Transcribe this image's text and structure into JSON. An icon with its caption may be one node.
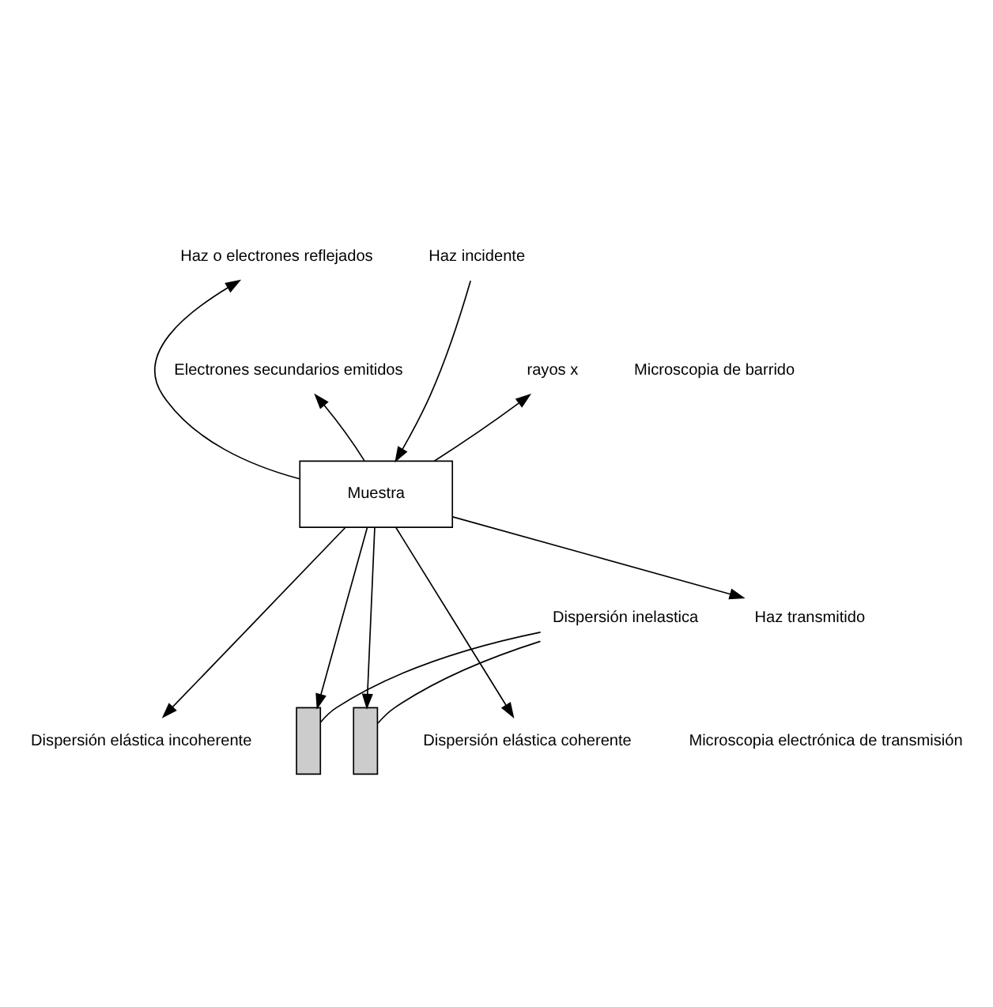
{
  "diagram": {
    "nodes": [
      {
        "text": [
          "Haz incidente"
        ]
      },
      {
        "text": [
          "Haz o electrones reflejados"
        ]
      },
      {
        "text": [
          "Electrones secundarios emitidos"
        ]
      },
      {
        "text": [
          "rayos x"
        ]
      },
      {
        "text": [
          "Muestra"
        ]
      },
      {
        "text": [
          "Dispersión elástica incoherente"
        ]
      },
      {
        "text": [
          "Dispersión inelastica"
        ]
      },
      {
        "text": [
          "Haz transmitido"
        ]
      },
      {
        "text": [
          "Dispersión elástica coherente"
        ]
      },
      {
        "text": [],
        "shape": "bar"
      },
      {
        "text": [],
        "shape": "bar"
      }
    ],
    "edges": [
      {
        "from": 0,
        "to": 4,
        "arrow": "to"
      },
      {
        "from": 4,
        "to": 1,
        "arrow": "to"
      },
      {
        "from": 4,
        "to": 2,
        "arrow": "to"
      },
      {
        "from": 4,
        "to": 3,
        "arrow": "to"
      },
      {
        "from": 4,
        "to": 5,
        "arrow": "to"
      },
      {
        "from": 4,
        "to": 9,
        "arrow": "to"
      },
      {
        "from": 4,
        "to": 7,
        "arrow": "to"
      },
      {
        "from": 4,
        "to": 10,
        "arrow": "to"
      },
      {
        "from": 4,
        "to": 8,
        "arrow": "to"
      },
      {
        "from": 6,
        "to": 9,
        "arrow": "none"
      },
      {
        "from": 6,
        "to": 10,
        "arrow": "none"
      }
    ],
    "labels": [
      "Microscopia de barrido",
      "Microscopia electrónica de transmisión"
    ]
  }
}
